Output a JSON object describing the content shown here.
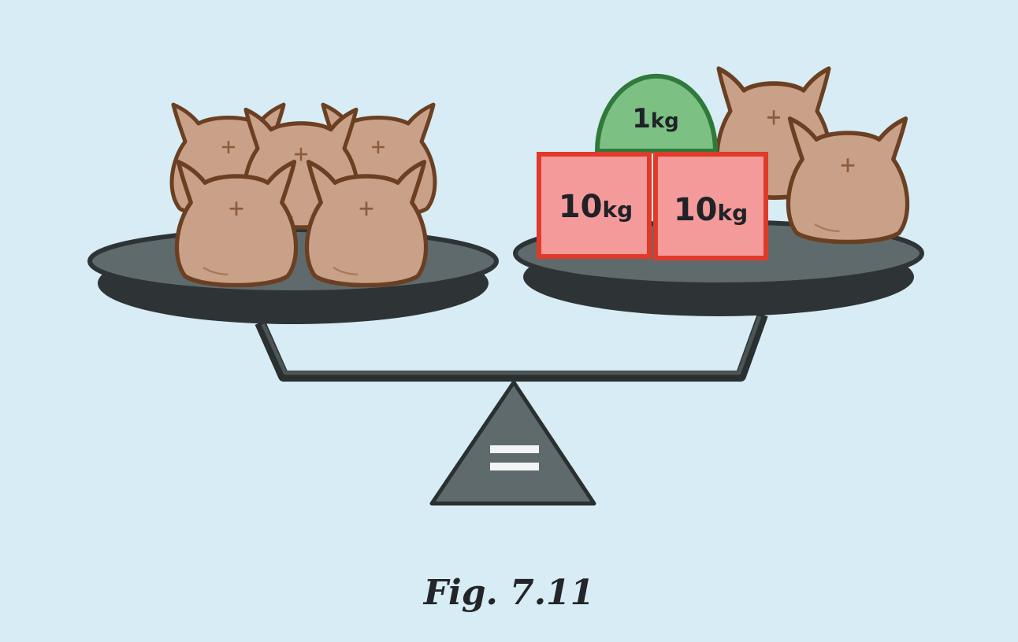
{
  "caption": "Fig. 7.11",
  "left_pan": {
    "sacks": 5
  },
  "right_pan": {
    "sacks": 2,
    "weights": [
      {
        "value": "1",
        "unit": "kg",
        "shape": "half-disc",
        "color": "#7cc084"
      },
      {
        "value": "10",
        "unit": "kg",
        "shape": "block",
        "color": "#f59a9a"
      },
      {
        "value": "10",
        "unit": "kg",
        "shape": "block",
        "color": "#f59a9a"
      }
    ]
  },
  "fulcrum": {
    "symbol": "equals-icon"
  },
  "colors": {
    "background": "#d7ecf4",
    "sack_fill": "#c9a088",
    "sack_outline": "#6b3f22",
    "pan": "#5f6a6c",
    "pan_dark": "#2e3435",
    "fulcrum": "#5f6a6c",
    "block_border": "#e03a2a",
    "disc_border": "#2f7a3a"
  }
}
